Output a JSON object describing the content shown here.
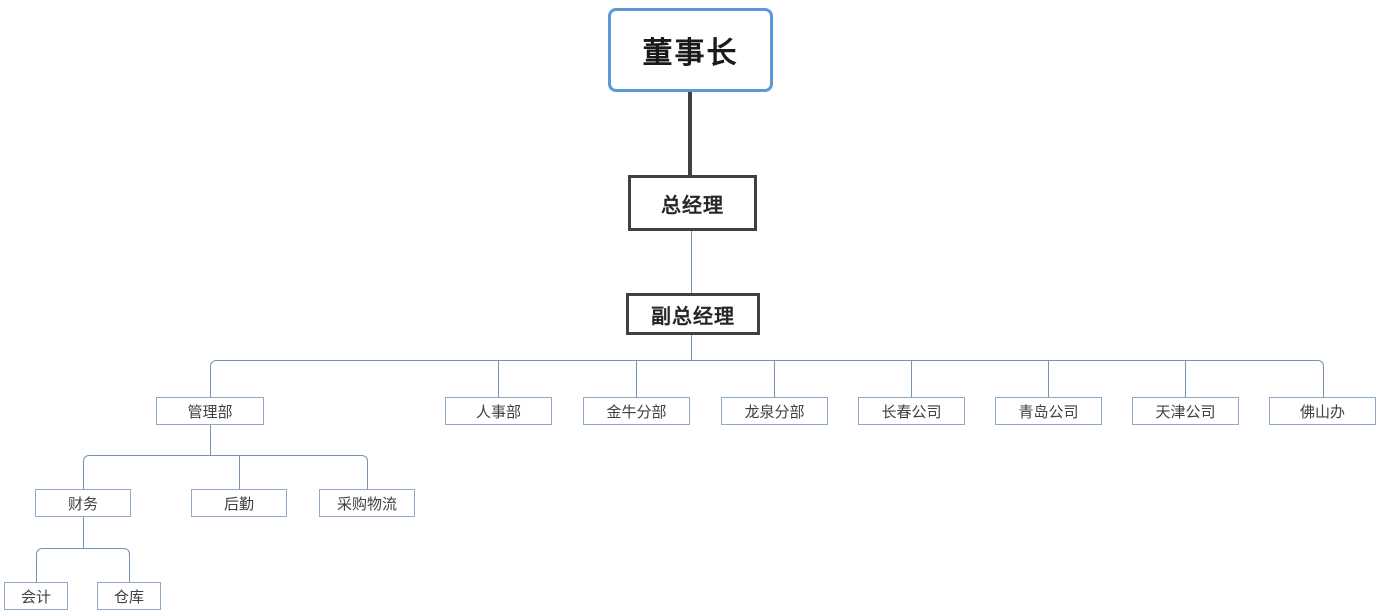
{
  "diagram": {
    "type": "org-chart",
    "nodes": {
      "chairman": {
        "label": "董事长"
      },
      "general_manager": {
        "label": "总经理"
      },
      "deputy_gm": {
        "label": "副总经理"
      },
      "management_dept": {
        "label": "管理部"
      },
      "hr_dept": {
        "label": "人事部"
      },
      "jinniu_branch": {
        "label": "金牛分部"
      },
      "longquan_branch": {
        "label": "龙泉分部"
      },
      "changchun_company": {
        "label": "长春公司"
      },
      "qingdao_company": {
        "label": "青岛公司"
      },
      "tianjin_company": {
        "label": "天津公司"
      },
      "foshan_office": {
        "label": "佛山办"
      },
      "finance": {
        "label": "财务"
      },
      "rear_services": {
        "label": "后勤"
      },
      "purchasing_logistics": {
        "label": "采购物流"
      },
      "accounting": {
        "label": "会计"
      },
      "warehouse": {
        "label": "仓库"
      }
    },
    "edges": [
      [
        "董事长",
        "总经理"
      ],
      [
        "总经理",
        "副总经理"
      ],
      [
        "副总经理",
        "管理部"
      ],
      [
        "副总经理",
        "人事部"
      ],
      [
        "副总经理",
        "金牛分部"
      ],
      [
        "副总经理",
        "龙泉分部"
      ],
      [
        "副总经理",
        "长春公司"
      ],
      [
        "副总经理",
        "青岛公司"
      ],
      [
        "副总经理",
        "天津公司"
      ],
      [
        "副总经理",
        "佛山办"
      ],
      [
        "管理部",
        "财务"
      ],
      [
        "管理部",
        "后勤"
      ],
      [
        "管理部",
        "采购物流"
      ],
      [
        "财务",
        "会计"
      ],
      [
        "财务",
        "仓库"
      ]
    ],
    "colors": {
      "chairman_border": "#5b9bd5",
      "manager_border": "#404040",
      "small_node_border": "#8da9c6",
      "connector_thin": "#7693b3",
      "connector_thick": "#404040",
      "text": "#404040",
      "background": "#ffffff"
    }
  }
}
